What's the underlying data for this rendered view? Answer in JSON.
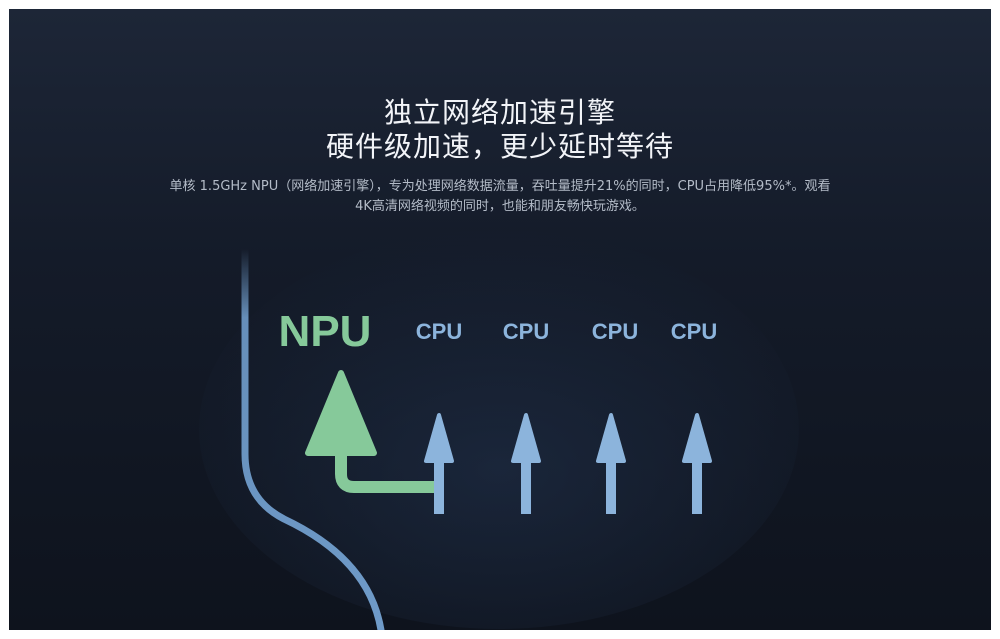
{
  "headline": {
    "line1": "独立网络加速引擎",
    "line2": "硬件级加速，更少延时等待"
  },
  "description": {
    "line1": "单核 1.5GHz NPU（网络加速引擎），专为处理网络数据流量，吞吐量提升21%的同时，CPU占用降低95%*。观看",
    "line2": "4K高清网络视频的同时，也能和朋友畅快玩游戏。"
  },
  "diagram": {
    "npu_label": "NPU",
    "cpu_labels": [
      "CPU",
      "CPU",
      "CPU",
      "CPU"
    ],
    "colors": {
      "npu": "#86c99a",
      "cpu": "#8cb4dc",
      "lane_edge": "#6f9bc9",
      "divider": "#4f6580"
    }
  }
}
